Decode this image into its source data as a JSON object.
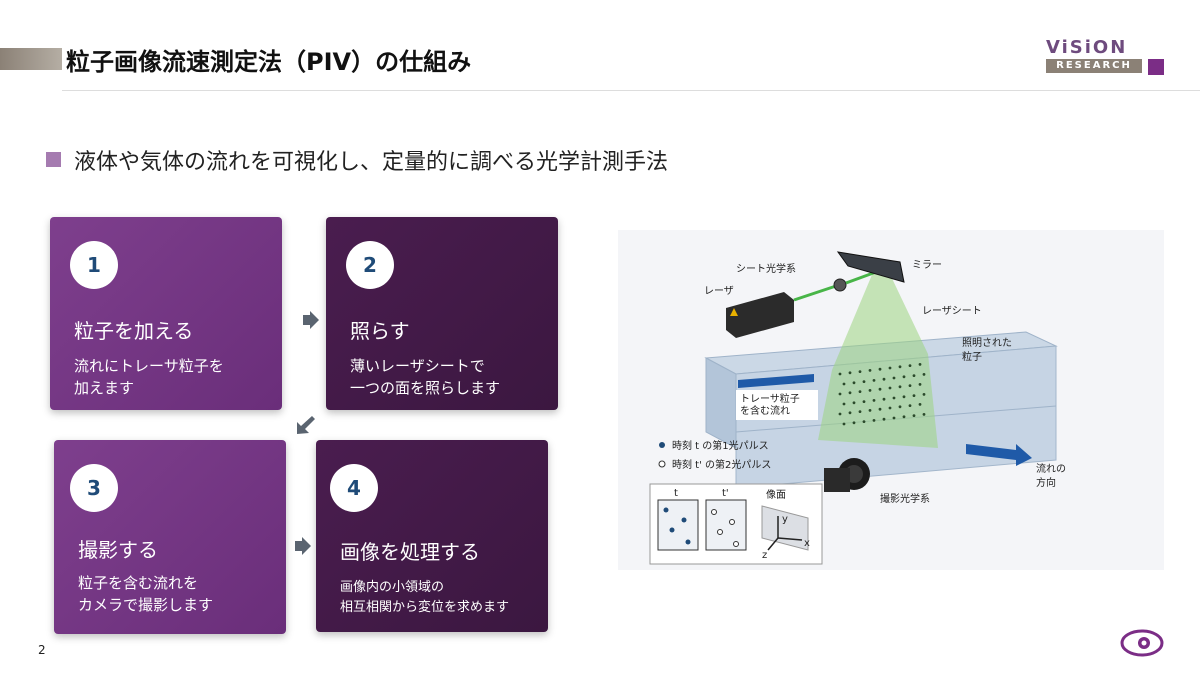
{
  "header": {
    "title": "粒子画像流速測定法（PIV）の仕組み",
    "logo_top": "ViSiON",
    "logo_bottom": "RESEARCH"
  },
  "subtitle": "液体や気体の流れを可視化し、定量的に調べる光学計測手法",
  "steps": [
    {
      "number": "1",
      "title": "粒子を加える",
      "desc": [
        "流れにトレーサ粒子を",
        "加えます"
      ]
    },
    {
      "number": "2",
      "title": "照らす",
      "desc": [
        "薄いレーザシートで",
        "一つの面を照らします"
      ]
    },
    {
      "number": "3",
      "title": "撮影する",
      "desc": [
        "粒子を含む流れを",
        "カメラで撮影します"
      ]
    },
    {
      "number": "4",
      "title": "画像を処理する",
      "desc": [
        "画像内の小領域の",
        "相互相関から変位を求めます"
      ]
    }
  ],
  "diagram": {
    "sheet_optics": "シート光学系",
    "mirror": "ミラー",
    "laser": "レーザ",
    "laser_sheet": "レーザシート",
    "illuminated_1": "照明された",
    "illuminated_2": "粒子",
    "tracer_1": "トレーサ粒子",
    "tracer_2": "を含む流れ",
    "pulse1": "時刻 t の第1光パルス",
    "pulse2": "時刻 t' の第2光パルス",
    "imaging_optics": "撮影光学系",
    "flow_dir_1": "流れの",
    "flow_dir_2": "方向",
    "frame_t": "t",
    "frame_t2": "t'",
    "image_plane": "像面",
    "axis_x": "x",
    "axis_y": "y",
    "axis_z": "z"
  },
  "page_number": "2",
  "colors": {
    "purple_light": "#7e3f8d",
    "purple_dark": "#4a1d4f",
    "accent": "#a57bb0",
    "number_blue": "#1f4b78"
  }
}
